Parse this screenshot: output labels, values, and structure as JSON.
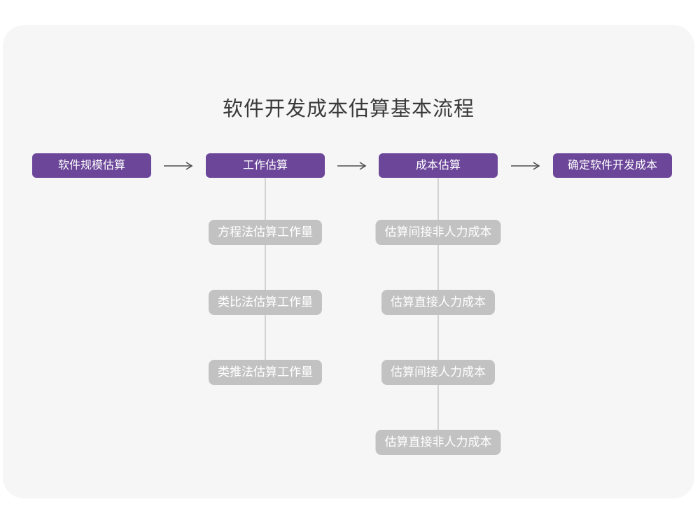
{
  "page": {
    "title": "软件开发成本估算基本流程"
  },
  "colors": {
    "page_bg": "#ffffff",
    "card_bg": "#f6f6f7",
    "primary_purple": "#6b4699",
    "sub_box_gray": "#c2c2c2",
    "box_text": "#ffffff",
    "title_text": "#3a3a3a",
    "arrow": "#4f4f4f",
    "connector": "#d2d2d2"
  },
  "flow": {
    "main_nodes": [
      {
        "label": "软件规模估算"
      },
      {
        "label": "工作估算"
      },
      {
        "label": "成本估算"
      },
      {
        "label": "确定软件开发成本"
      }
    ],
    "branches": [
      {
        "parent": "工作估算",
        "children": [
          {
            "label": "方程法估算工作量"
          },
          {
            "label": "类比法估算工作量"
          },
          {
            "label": "类推法估算工作量"
          }
        ]
      },
      {
        "parent": "成本估算",
        "children": [
          {
            "label": "估算间接非人力成本"
          },
          {
            "label": "估算直接人力成本"
          },
          {
            "label": "估算间接人力成本"
          },
          {
            "label": "估算直接非人力成本"
          }
        ]
      }
    ]
  }
}
